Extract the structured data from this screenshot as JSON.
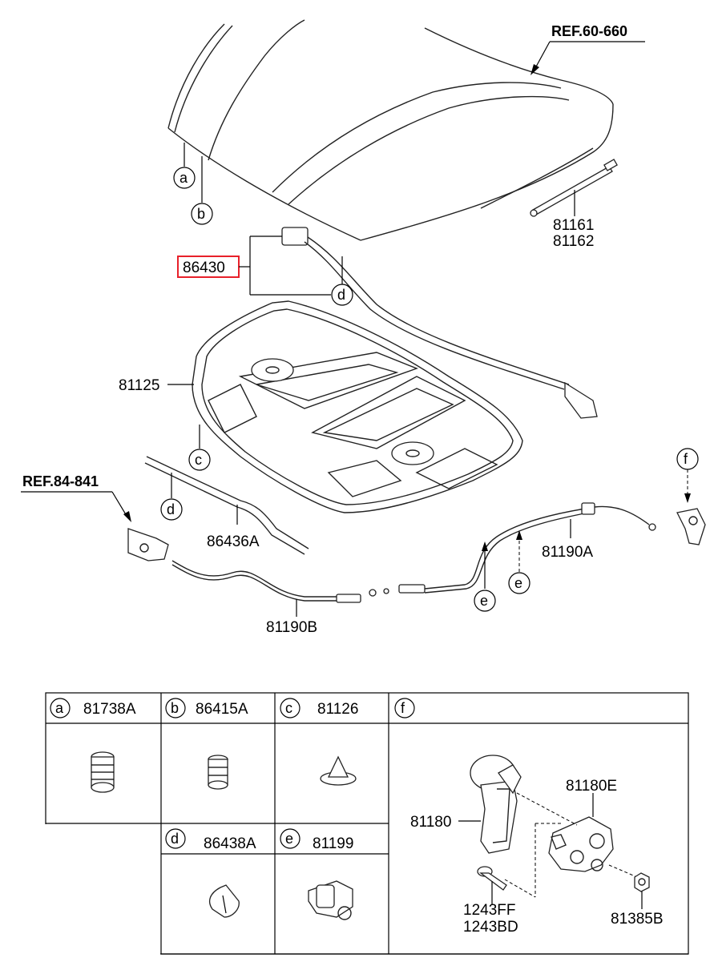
{
  "references": {
    "hood_ref": "REF.60-660",
    "latch_ref": "REF.84-841"
  },
  "parts": {
    "weatherstrip": "86430",
    "hood_lift_1": "81161",
    "hood_lift_2": "81162",
    "insulator_pad": "81125",
    "seal": "86436A",
    "cable_front": "81190A",
    "cable_rear": "81190B"
  },
  "callouts": {
    "a": "a",
    "b": "b",
    "c": "c",
    "d": "d",
    "e": "e",
    "f": "f"
  },
  "legend": {
    "cells": [
      {
        "letter": "a",
        "part": "81738A"
      },
      {
        "letter": "b",
        "part": "86415A"
      },
      {
        "letter": "c",
        "part": "81126"
      },
      {
        "letter": "d",
        "part": "86438A"
      },
      {
        "letter": "e",
        "part": "81199"
      },
      {
        "letter": "f",
        "part": ""
      }
    ],
    "f_detail": {
      "handle": "81180",
      "bracket": "81180E",
      "screw_1": "1243FF",
      "screw_2": "1243BD",
      "nut": "81385B"
    }
  },
  "highlight_color": "#e8202a"
}
